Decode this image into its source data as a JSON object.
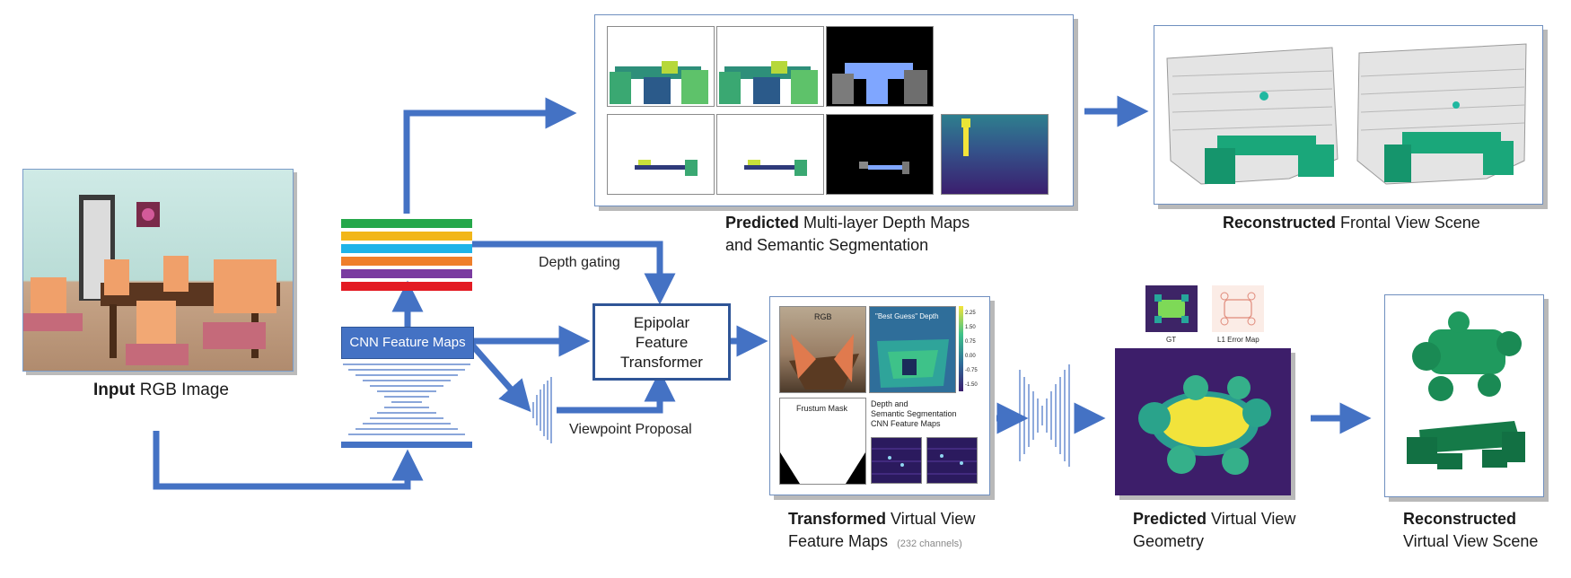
{
  "input": {
    "bold": "Input",
    "rest": " RGB Image"
  },
  "cnn_label": "CNN Feature Maps",
  "depth_gating": "Depth gating",
  "viewpoint_proposal": "Viewpoint Proposal",
  "epipolar": {
    "line1": "Epipolar",
    "line2": "Feature",
    "line3": "Transformer"
  },
  "predicted_depth": {
    "bold": "Predicted",
    "rest": " Multi-layer Depth Maps",
    "line2": "and Semantic Segmentation"
  },
  "reconstructed_frontal": {
    "bold": "Reconstructed",
    "rest": " Frontal View Scene"
  },
  "transformed": {
    "bold": "Transformed",
    "rest": " Virtual View",
    "line2": "Feature Maps",
    "note": "(232 channels)"
  },
  "feature_panel": {
    "rgb": "RGB",
    "best_guess": "\"Best Guess\" Depth",
    "frustum": "Frustum Mask",
    "depth_sem_1": "Depth and",
    "depth_sem_2": "Semantic Segmentation",
    "depth_sem_3": "CNN Feature Maps",
    "colorbar_ticks": [
      "2.25",
      "1.50",
      "0.75",
      "0.00",
      "-0.75",
      "-1.50"
    ]
  },
  "gt_label": "GT",
  "l1_label": "L1 Error Map",
  "predicted_virtual": {
    "bold": "Predicted",
    "rest": " Virtual View",
    "line2": "Geometry"
  },
  "reconstructed_virtual": {
    "bold": "Reconstructed",
    "line2": "Virtual View Scene"
  },
  "colors": {
    "arrow": "#4472c4",
    "bands": [
      "#25a84a",
      "#f2b619",
      "#1fb3e8",
      "#ef7f2b",
      "#7a3ba0",
      "#e31b23"
    ]
  }
}
